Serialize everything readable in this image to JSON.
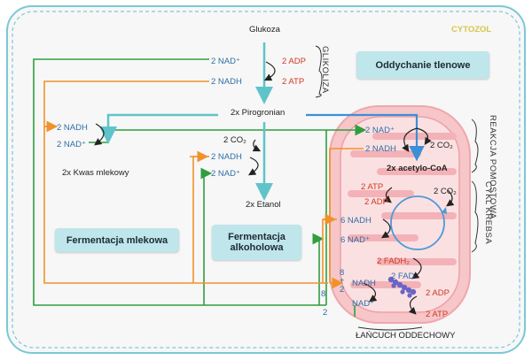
{
  "colors": {
    "green": "#2f9e3f",
    "orange": "#f0922b",
    "cyan": "#5fc4c9",
    "blue": "#2f6fa6",
    "red": "#d0391f",
    "mito_fill": "#f6c6c9",
    "box_fill": "#bfe6ea"
  },
  "labels": {
    "glukoza": "Glukoza",
    "cytozol": "CYTOZOL",
    "nad_plus_2": "2 NAD⁺",
    "nadh_2": "2 NADH",
    "adp_2": "2 ADP",
    "atp_2": "2 ATP",
    "glikoliza": "GLIKOLIZA",
    "pirogronian": "2x Pirogronian",
    "co2_2": "2 CO₂",
    "kwas_mlekowy": "2x Kwas mlekowy",
    "etanol": "2x Etanol",
    "acetylo_coa": "2x acetylo-CoA",
    "nadh_6": "6 NADH",
    "nad_plus_6": "6 NAD⁺",
    "fadh2_2": "2 FADH₂",
    "fad_2": "2 FAD",
    "nadh": "NADH",
    "nad_plus": "NAD⁺",
    "num_8": "8",
    "plus": "+",
    "num_2": "2",
    "reakcja_pomostowa": "REAKCJA POMOSTOWA",
    "cykl_krebsa": "CYKL KREBSA",
    "lancuch": "ŁAŃCUCH ODDECHOWY"
  },
  "boxes": {
    "oddychanie": "Oddychanie tlenowe",
    "fermentacja_mlekowa": "Fermentacja mlekowa",
    "fermentacja_alkoholowa_1": "Fermentacja",
    "fermentacja_alkoholowa_2": "alkoholowa"
  }
}
